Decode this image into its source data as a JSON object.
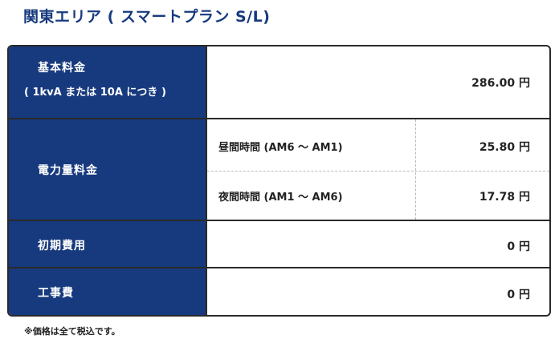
{
  "page": {
    "title": "関東エリア ( スマートプラン S/L)"
  },
  "table": {
    "basic": {
      "label": "基本料金",
      "sublabel": "( 1kvA または 10A につき )",
      "price": "286.00 円"
    },
    "energy": {
      "label": "電力量料金",
      "day_label": "昼間時間 (AM6 〜 AM1)",
      "day_price": "25.80 円",
      "night_label": "夜間時間 (AM1 〜 AM6)",
      "night_price": "17.78 円"
    },
    "initial": {
      "label": "初期費用",
      "price": "0 円"
    },
    "construction": {
      "label": "工事費",
      "price": "0 円"
    }
  },
  "footnote": "※価格は全て税込です。",
  "colors": {
    "label_bg": "#173a7e",
    "title": "#173a7e",
    "border": "#2a2a2a",
    "divider": "#b9b9b9"
  }
}
